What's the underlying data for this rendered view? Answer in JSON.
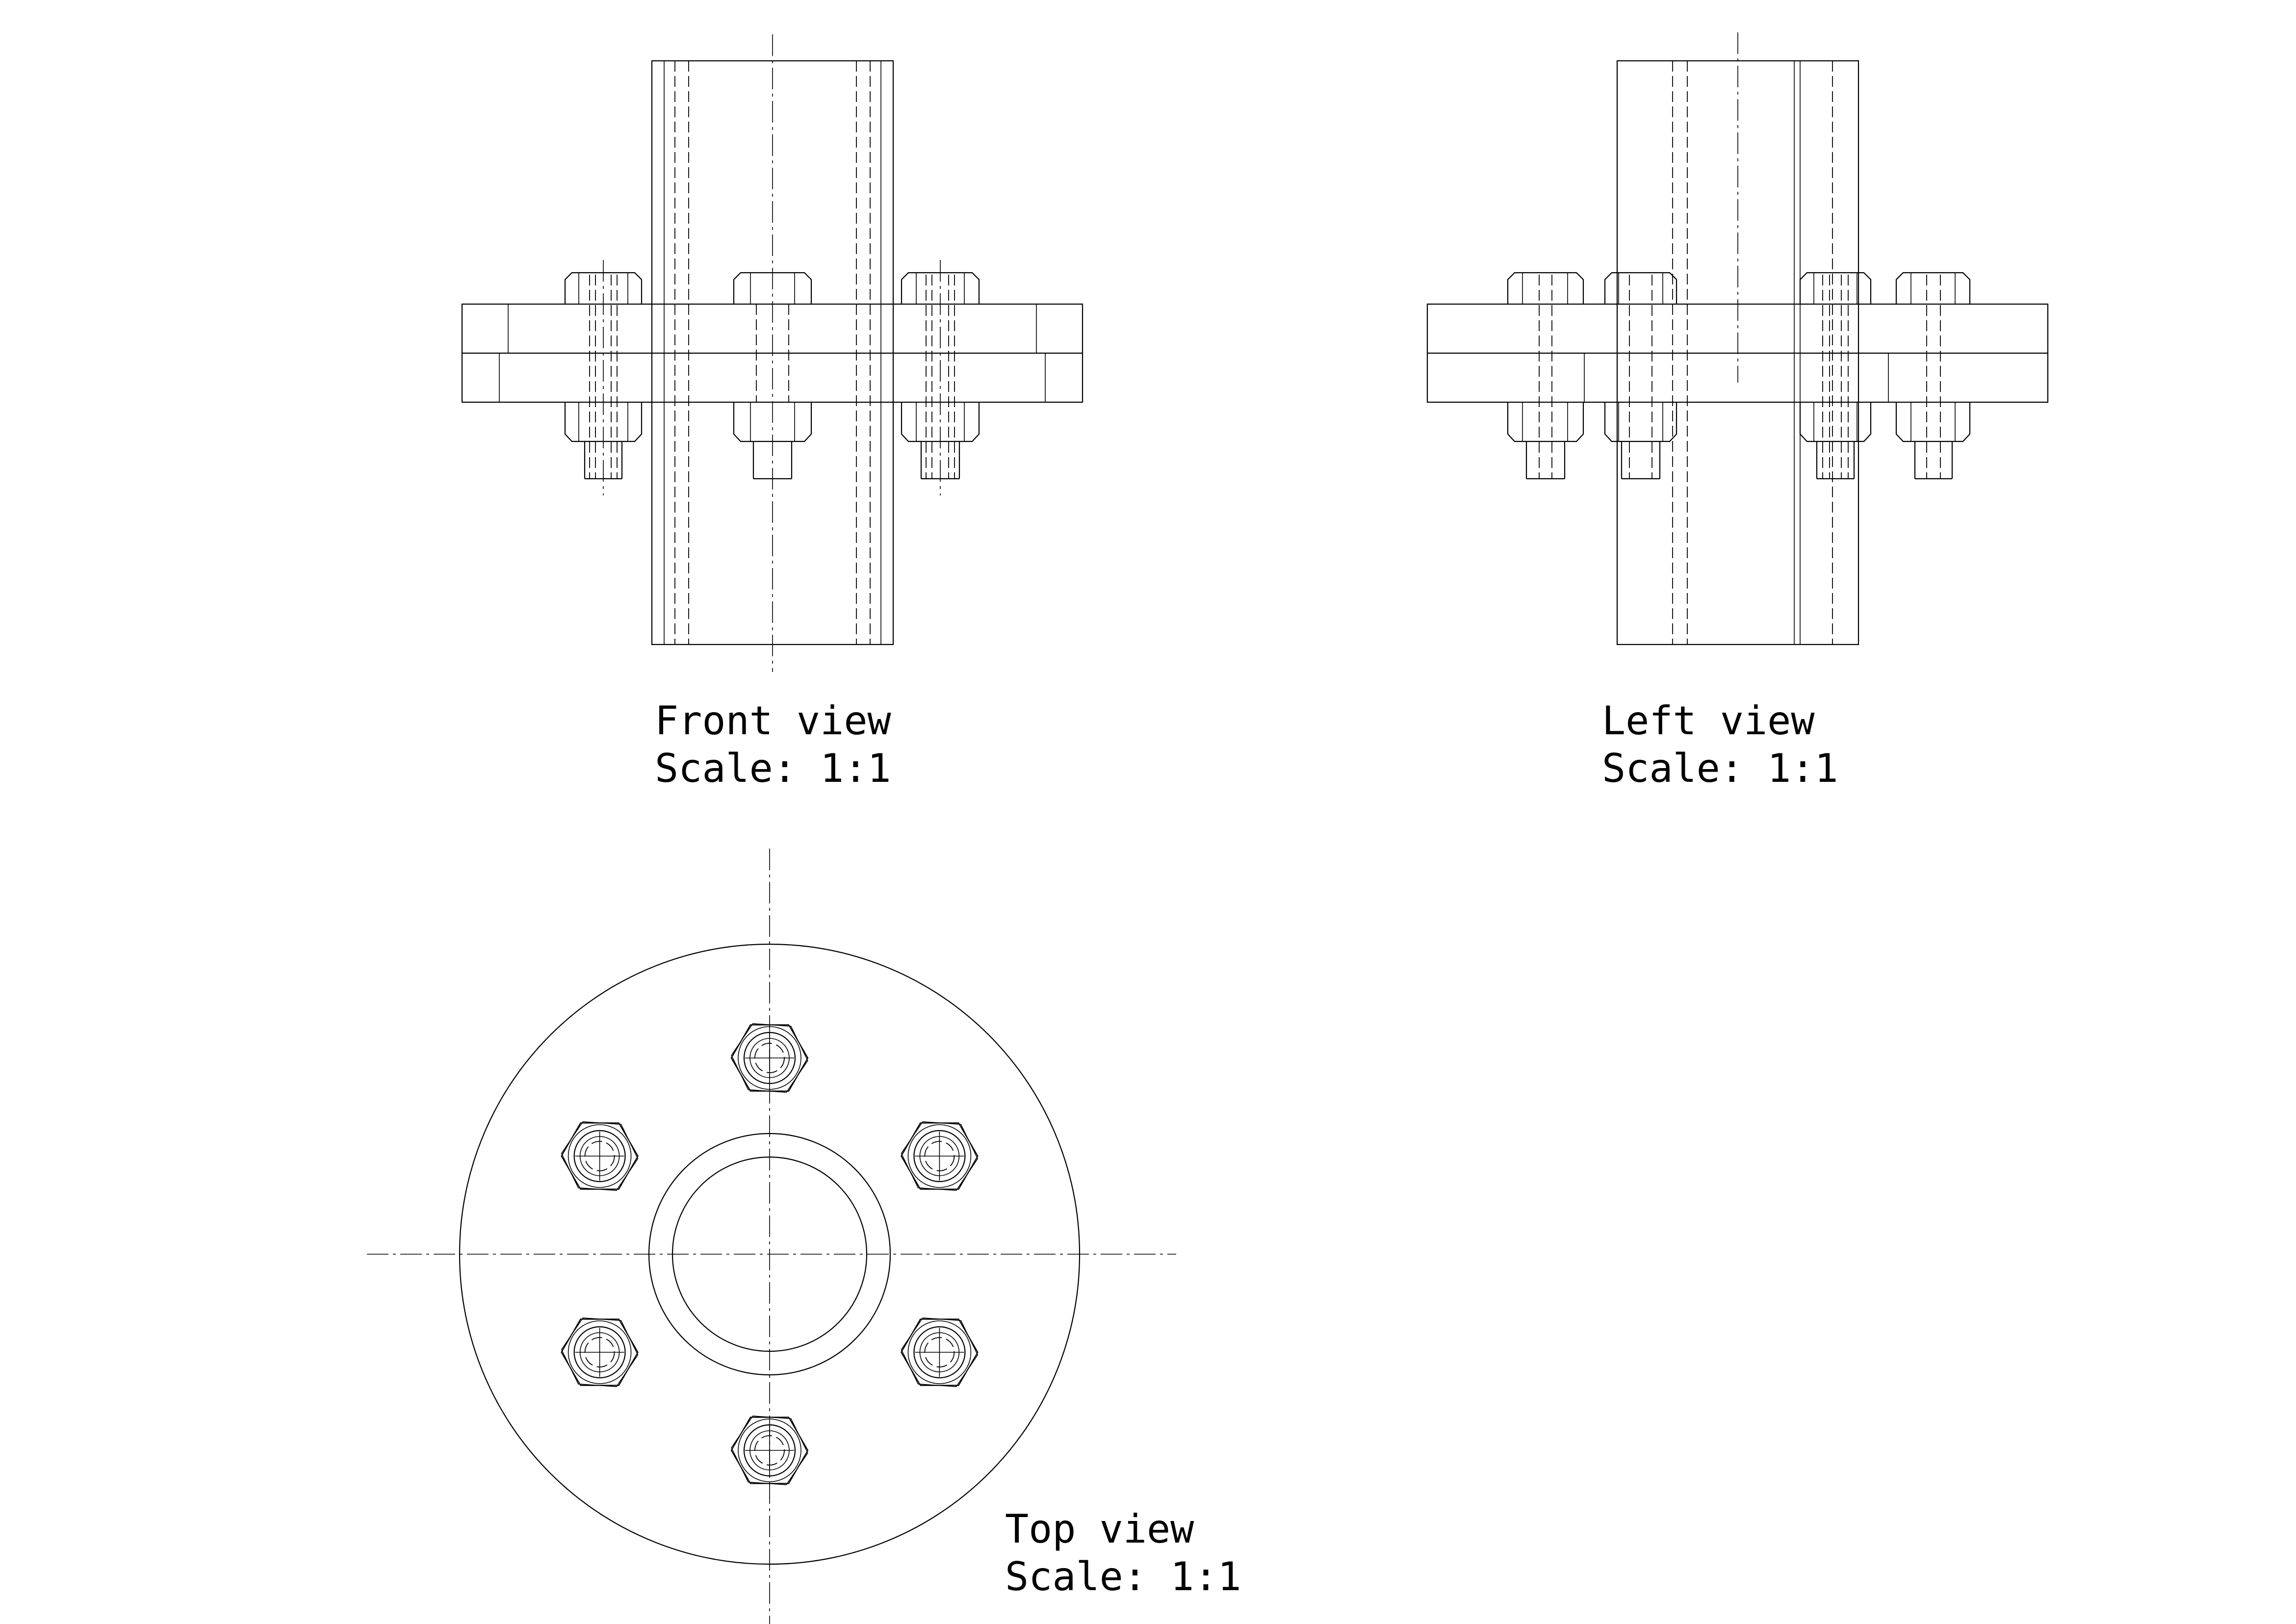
{
  "views": {
    "front": {
      "title": "Front view",
      "scale": "Scale:  1:1"
    },
    "left": {
      "title": "Left view",
      "scale": "Scale:  1:1"
    },
    "top": {
      "title": "Top view",
      "scale": "Scale:  1:1"
    }
  },
  "colors": {
    "line": "#000000",
    "background": "#ffffff"
  }
}
